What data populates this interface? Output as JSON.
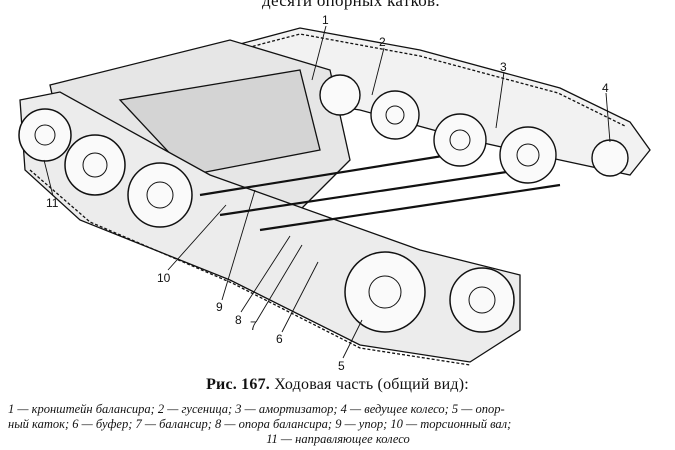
{
  "top_text": "десяти опорных катков.",
  "figure": {
    "callouts": [
      "1",
      "2",
      "3",
      "4",
      "5",
      "6",
      "7",
      "8",
      "9",
      "10",
      "11"
    ]
  },
  "caption": {
    "number": "Рис. 167.",
    "title": "Ходовая часть (общий вид):"
  },
  "legend": {
    "line1": "1 — кронштейн балансира; 2 — гусеница; 3 — амортизатор; 4 — ведущее колесо; 5 — опор-",
    "line2": "ный каток; 6 — буфер; 7 — балансир; 8 — опора балансира; 9 — упор; 10 — торсионный вал;",
    "line3": "11 — направляющее колесо"
  }
}
